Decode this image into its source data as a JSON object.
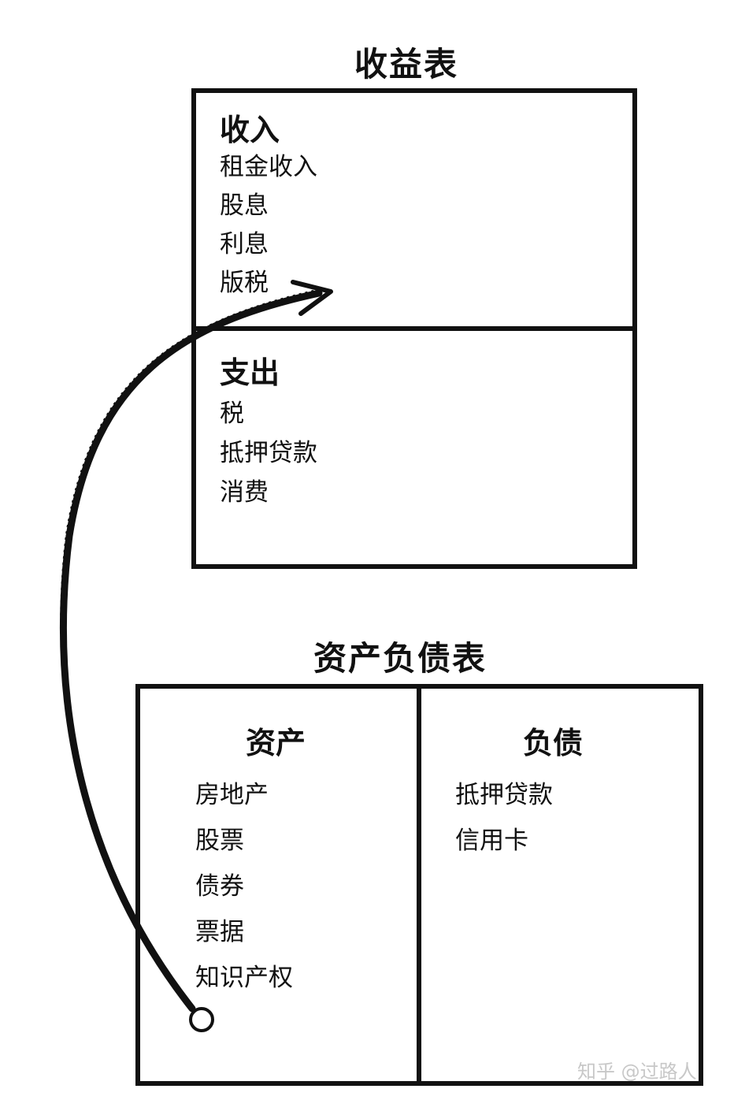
{
  "income_statement": {
    "title": "收益表",
    "income": {
      "heading": "收入",
      "items": [
        "租金收入",
        "股息",
        "利息",
        "版税"
      ]
    },
    "expense": {
      "heading": "支出",
      "items": [
        "税",
        "抵押贷款",
        "消费"
      ]
    }
  },
  "balance_sheet": {
    "title": "资产负债表",
    "assets": {
      "heading": "资产",
      "items": [
        "房地产",
        "股票",
        "债券",
        "票据",
        "知识产权"
      ]
    },
    "liabilities": {
      "heading": "负债",
      "items": [
        "抵押贷款",
        "信用卡"
      ]
    }
  },
  "watermark": "知乎 @过路人",
  "colors": {
    "ink": "#111111",
    "background": "#ffffff",
    "watermark": "#c8c8c8"
  }
}
